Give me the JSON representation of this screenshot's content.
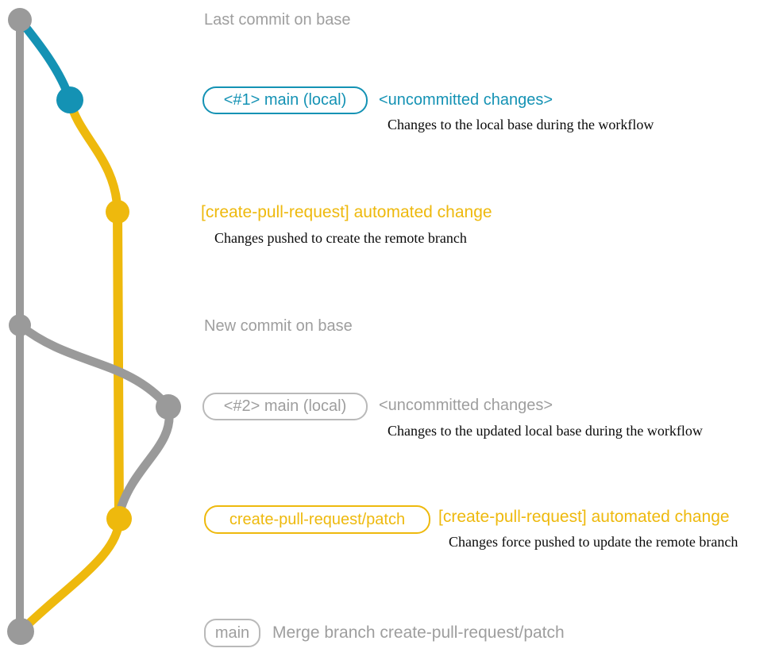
{
  "colors": {
    "gray_line": "#9a9a9a",
    "gray_text": "#9e9e9e",
    "gray_border": "#b9b9b9",
    "blue": "#1492b4",
    "yellow": "#eeb90d",
    "black": "#0a0a0a",
    "background": "#ffffff"
  },
  "labels": {
    "last_commit": "Last commit on base",
    "new_commit": "New commit on base",
    "merge_commit": "Merge branch create-pull-request/patch",
    "badge_main_local_1": "<#1> main (local)",
    "badge_main_local_2": "<#2> main (local)",
    "badge_patch_branch": "create-pull-request/patch",
    "badge_main": "main",
    "uncommitted_1": "<uncommitted changes>",
    "uncommitted_2": "<uncommitted changes>",
    "automated_change_1": "[create-pull-request] automated change",
    "automated_change_2": "[create-pull-request] automated change",
    "note_uncommitted_1": "Changes to the local base during the workflow",
    "note_automated_1": "Changes pushed to create the remote branch",
    "note_uncommitted_2": "Changes to the updated local base during the workflow",
    "note_automated_2": "Changes force pushed to update the remote branch"
  }
}
